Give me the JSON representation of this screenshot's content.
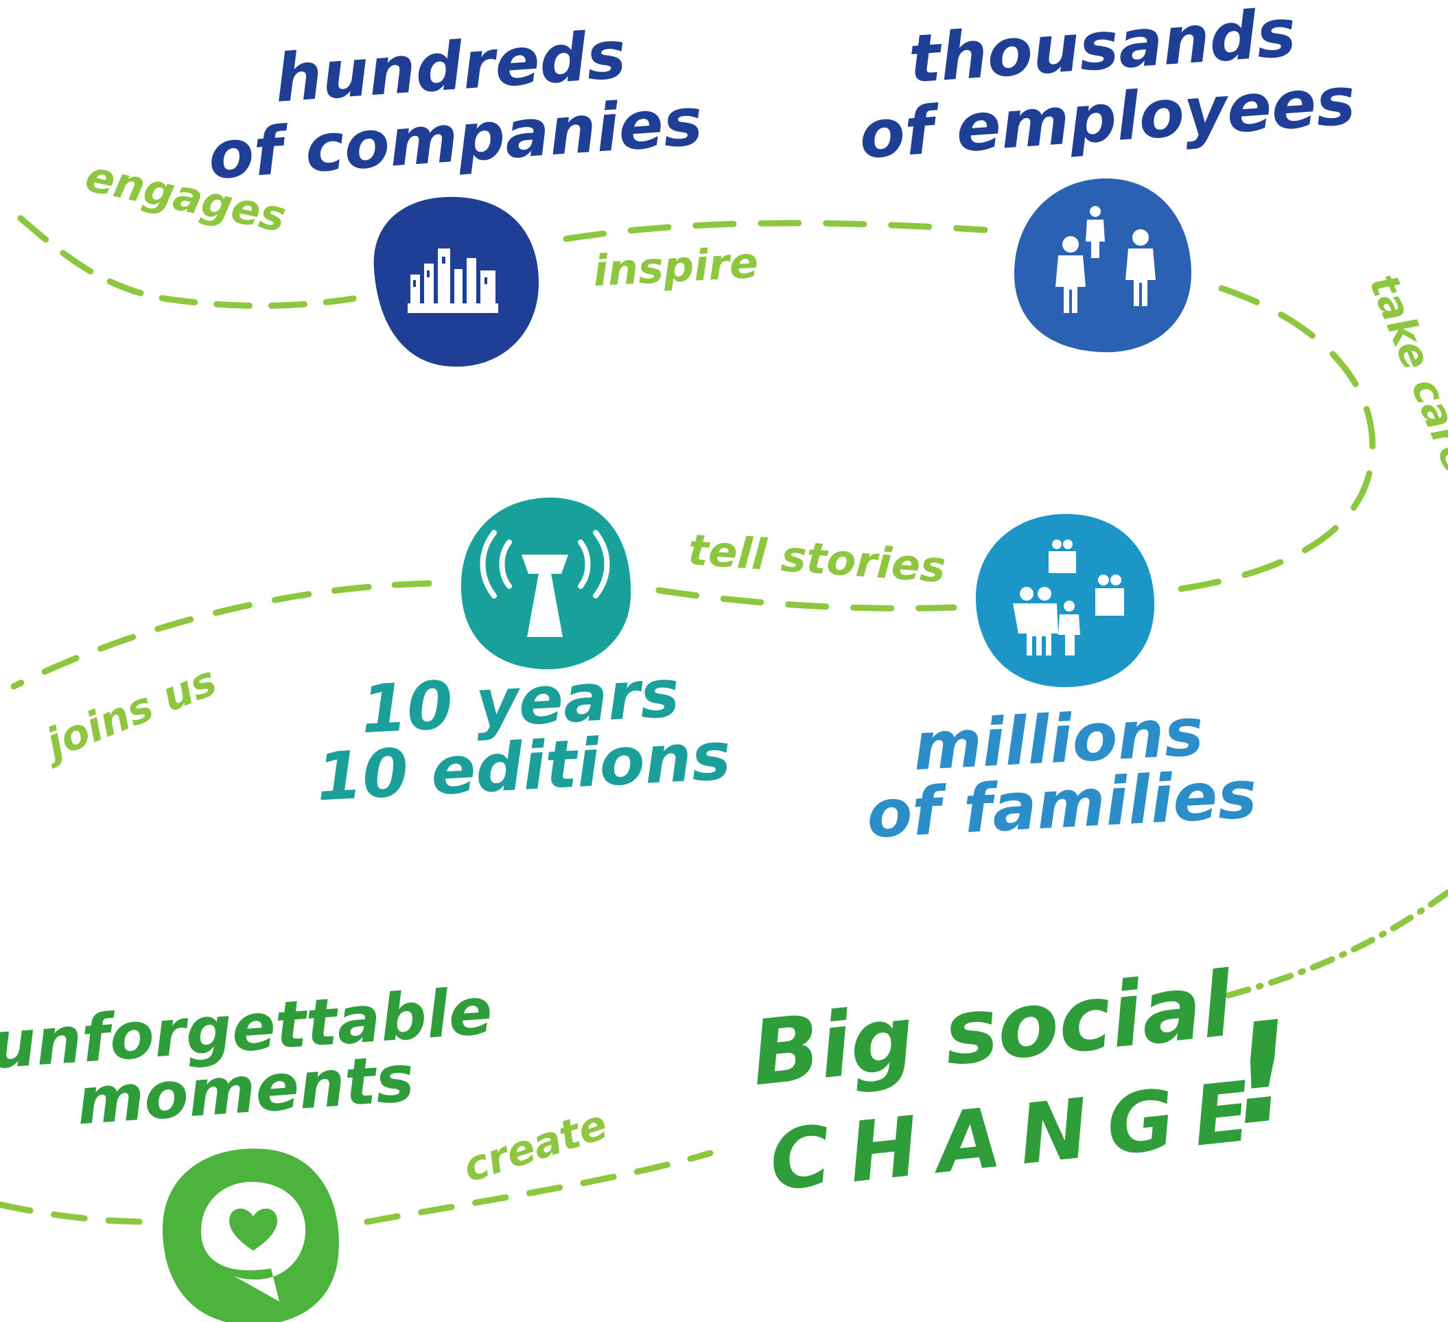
{
  "colors": {
    "navy": "#1f3f96",
    "blue": "#2b61b3",
    "sky": "#1c96c6",
    "teal": "#17a19a",
    "green_icon": "#4cb33d",
    "green_text": "#2f9e3a",
    "dash": "#8dc63f",
    "verb": "#8dc63f",
    "teal_text": "#1b9f9a",
    "sky_text": "#2b8ec9"
  },
  "nodes": {
    "companies": {
      "line1": "hundreds",
      "line2": "of companies",
      "icon": "city-icon"
    },
    "employees": {
      "line1": "thousands",
      "line2": "of employees",
      "icon": "people-icon"
    },
    "years": {
      "line1": "10 years",
      "line2": "10 editions",
      "icon": "antenna-icon"
    },
    "families": {
      "line1": "millions",
      "line2": "of families",
      "icon": "family-icon"
    },
    "moments": {
      "line1": "unforgettable",
      "line2": "moments",
      "icon": "heart-speech-icon"
    }
  },
  "verbs": {
    "engages": "engages",
    "inspire": "inspire",
    "take_care_of": "take care of",
    "tell_stories": "tell stories",
    "joins_us": "joins us",
    "create": "create"
  },
  "headline": {
    "line1": "Big social",
    "line2": "CHANGE",
    "mark": "!"
  }
}
